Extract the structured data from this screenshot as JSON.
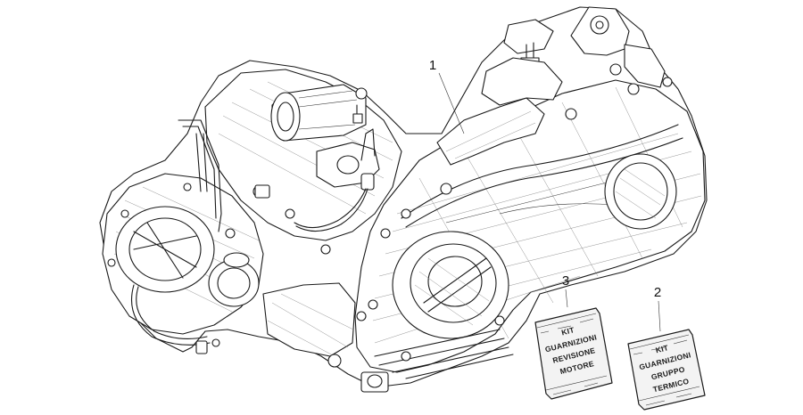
{
  "callouts": [
    {
      "number": "1"
    },
    {
      "number": "2"
    },
    {
      "number": "3"
    }
  ],
  "kits": {
    "revisione_motore": [
      "KIT",
      "GUARNIZIONI",
      "REVISIONE",
      "MOTORE"
    ],
    "gruppo_termico": [
      "KIT",
      "GUARNIZIONI",
      "GRUPPO",
      "TERMICO"
    ]
  }
}
